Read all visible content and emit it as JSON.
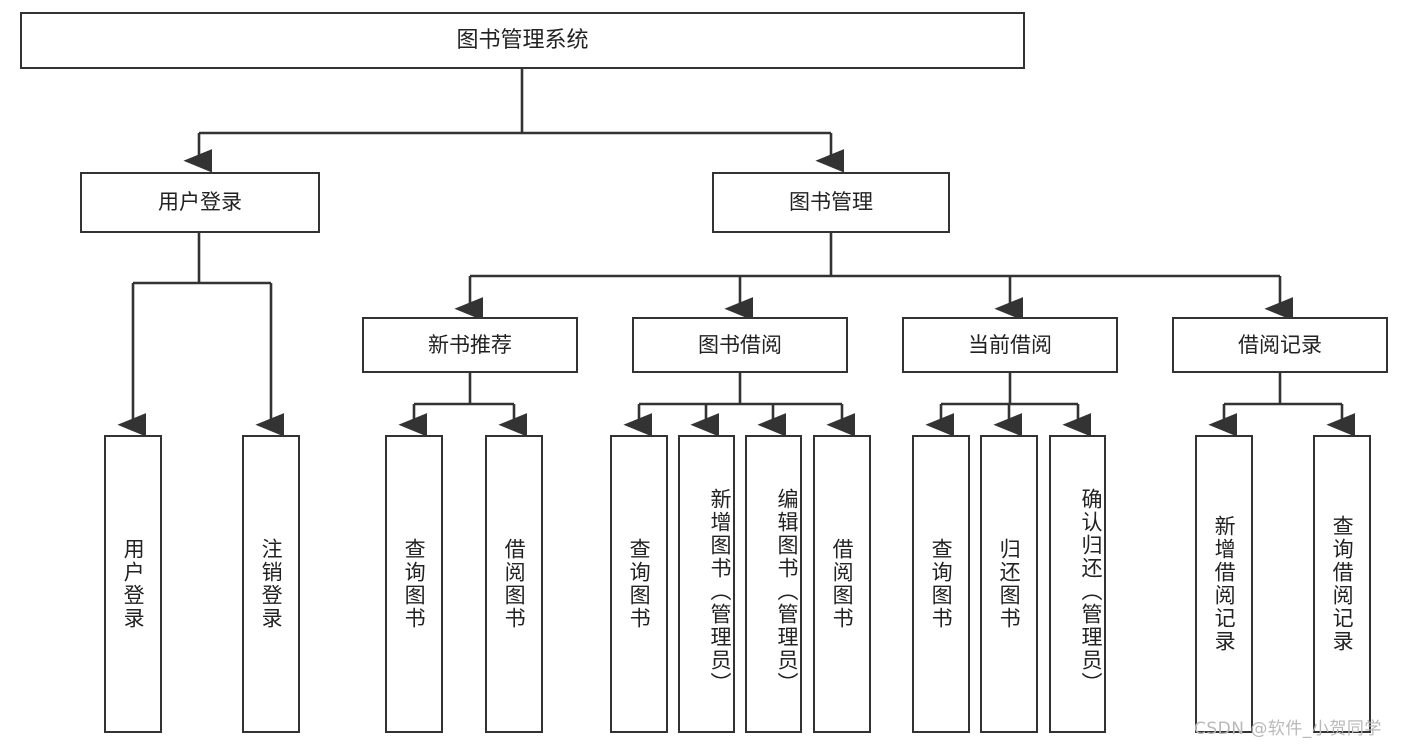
{
  "diagram": {
    "type": "tree-hierarchy",
    "title": "图书管理系统",
    "theme": {
      "box_border": "#333333",
      "box_fill": "#ffffff",
      "text": "#222222",
      "link": "#333333",
      "watermark": "#b9b9b9",
      "background": "#ffffff"
    },
    "levels": [
      {
        "level": 1,
        "nodes": [
          {
            "id": "root",
            "label": "图书管理系统",
            "orientation": "horizontal"
          }
        ]
      },
      {
        "level": 2,
        "nodes": [
          {
            "id": "user-login",
            "label": "用户登录",
            "orientation": "horizontal",
            "parent": "root"
          },
          {
            "id": "book-manage",
            "label": "图书管理",
            "orientation": "horizontal",
            "parent": "root"
          }
        ]
      },
      {
        "level": 3,
        "nodes": [
          {
            "id": "new-book-rec",
            "label": "新书推荐",
            "orientation": "horizontal",
            "parent": "book-manage"
          },
          {
            "id": "book-borrow",
            "label": "图书借阅",
            "orientation": "horizontal",
            "parent": "book-manage"
          },
          {
            "id": "current-borrow",
            "label": "当前借阅",
            "orientation": "horizontal",
            "parent": "book-manage"
          },
          {
            "id": "borrow-record",
            "label": "借阅记录",
            "orientation": "horizontal",
            "parent": "book-manage"
          }
        ]
      },
      {
        "level": 4,
        "nodes": [
          {
            "id": "leaf-user-login",
            "label": "用户登录",
            "orientation": "vertical",
            "parent": "user-login"
          },
          {
            "id": "leaf-logout",
            "label": "注销登录",
            "orientation": "vertical",
            "parent": "user-login"
          },
          {
            "id": "leaf-rec-query",
            "label": "查询图书",
            "orientation": "vertical",
            "parent": "new-book-rec"
          },
          {
            "id": "leaf-rec-borrow",
            "label": "借阅图书",
            "orientation": "vertical",
            "parent": "new-book-rec"
          },
          {
            "id": "leaf-borrow-query",
            "label": "查询图书",
            "orientation": "vertical",
            "parent": "book-borrow"
          },
          {
            "id": "leaf-add-book",
            "label": "新增图书（管理员）",
            "orientation": "vertical",
            "parent": "book-borrow"
          },
          {
            "id": "leaf-edit-book",
            "label": "编辑图书（管理员）",
            "orientation": "vertical",
            "parent": "book-borrow"
          },
          {
            "id": "leaf-borrow-book",
            "label": "借阅图书",
            "orientation": "vertical",
            "parent": "book-borrow"
          },
          {
            "id": "leaf-cur-query",
            "label": "查询图书",
            "orientation": "vertical",
            "parent": "current-borrow"
          },
          {
            "id": "leaf-return-book",
            "label": "归还图书",
            "orientation": "vertical",
            "parent": "current-borrow"
          },
          {
            "id": "leaf-confirm-return",
            "label": "确认归还（管理员）",
            "orientation": "vertical",
            "parent": "current-borrow"
          },
          {
            "id": "leaf-add-record",
            "label": "新增借阅记录",
            "orientation": "vertical",
            "parent": "borrow-record"
          },
          {
            "id": "leaf-query-record",
            "label": "查询借阅记录",
            "orientation": "vertical",
            "parent": "borrow-record"
          }
        ]
      }
    ],
    "watermark": "CSDN @软件_小贺同学"
  }
}
